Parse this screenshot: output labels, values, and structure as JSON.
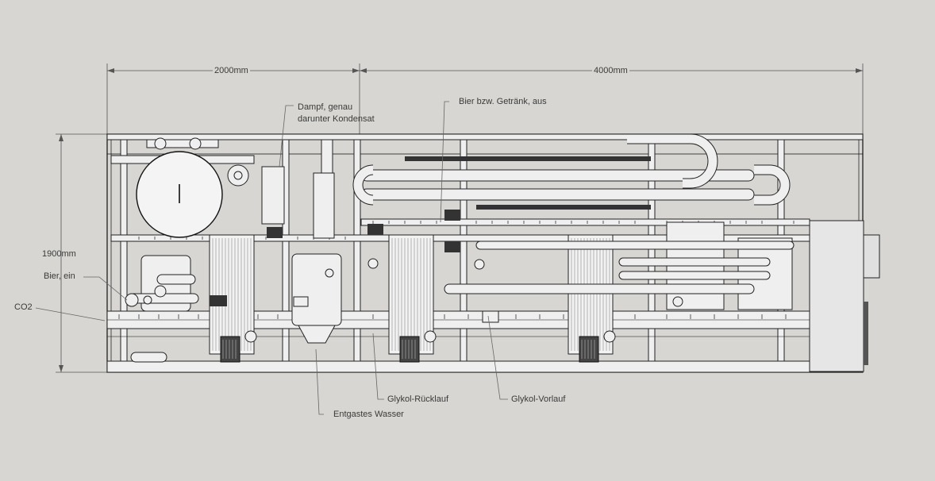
{
  "dimensions": {
    "width_left": "2000mm",
    "width_right": "4000mm",
    "height": "1900mm"
  },
  "callouts": {
    "bier_ein": "Bier, ein",
    "co2": "CO2",
    "dampf_line1": "Dampf, genau",
    "dampf_line2": "darunter Kondensat",
    "bier_aus": "Bier bzw. Getränk, aus",
    "glykol_ruecklauf": "Glykol-Rücklauf",
    "glykol_vorlauf": "Glykol-Vorlauf",
    "entgastes_wasser": "Entgastes Wasser"
  }
}
